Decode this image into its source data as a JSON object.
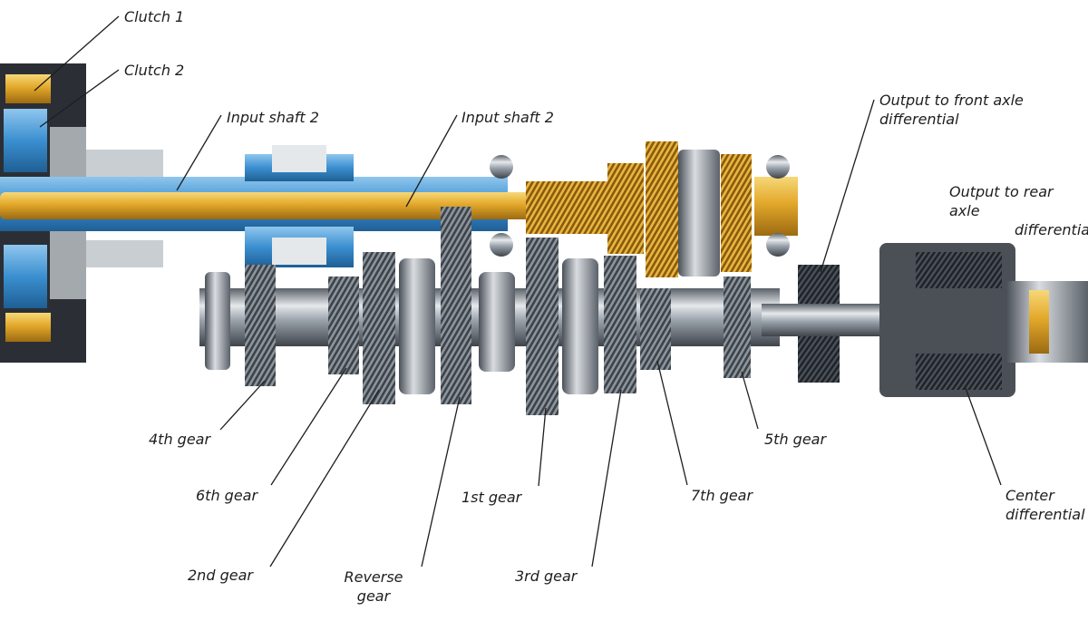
{
  "labels": {
    "clutch1": "Clutch 1",
    "clutch2": "Clutch 2",
    "input_shaft_a": "Input shaft 2",
    "input_shaft_b": "Input shaft 2",
    "output_front_line1": "Output to front axle",
    "output_front_line2": "differential",
    "output_rear_line1": "Output to rear axle",
    "output_rear_line2": "differential",
    "gear4": "4th gear",
    "gear6": "6th gear",
    "gear2": "2nd gear",
    "reverse_line1": "Reverse",
    "reverse_line2": "gear",
    "gear1": "1st gear",
    "gear3": "3rd gear",
    "gear7": "7th gear",
    "gear5": "5th gear",
    "center_line1": "Center",
    "center_line2": "differential"
  },
  "colors": {
    "input_shaft": "#e3a82a",
    "clutch_housing": "#3b8fd0",
    "steel": "#9aa2ab",
    "text": "#1e1e1e"
  }
}
